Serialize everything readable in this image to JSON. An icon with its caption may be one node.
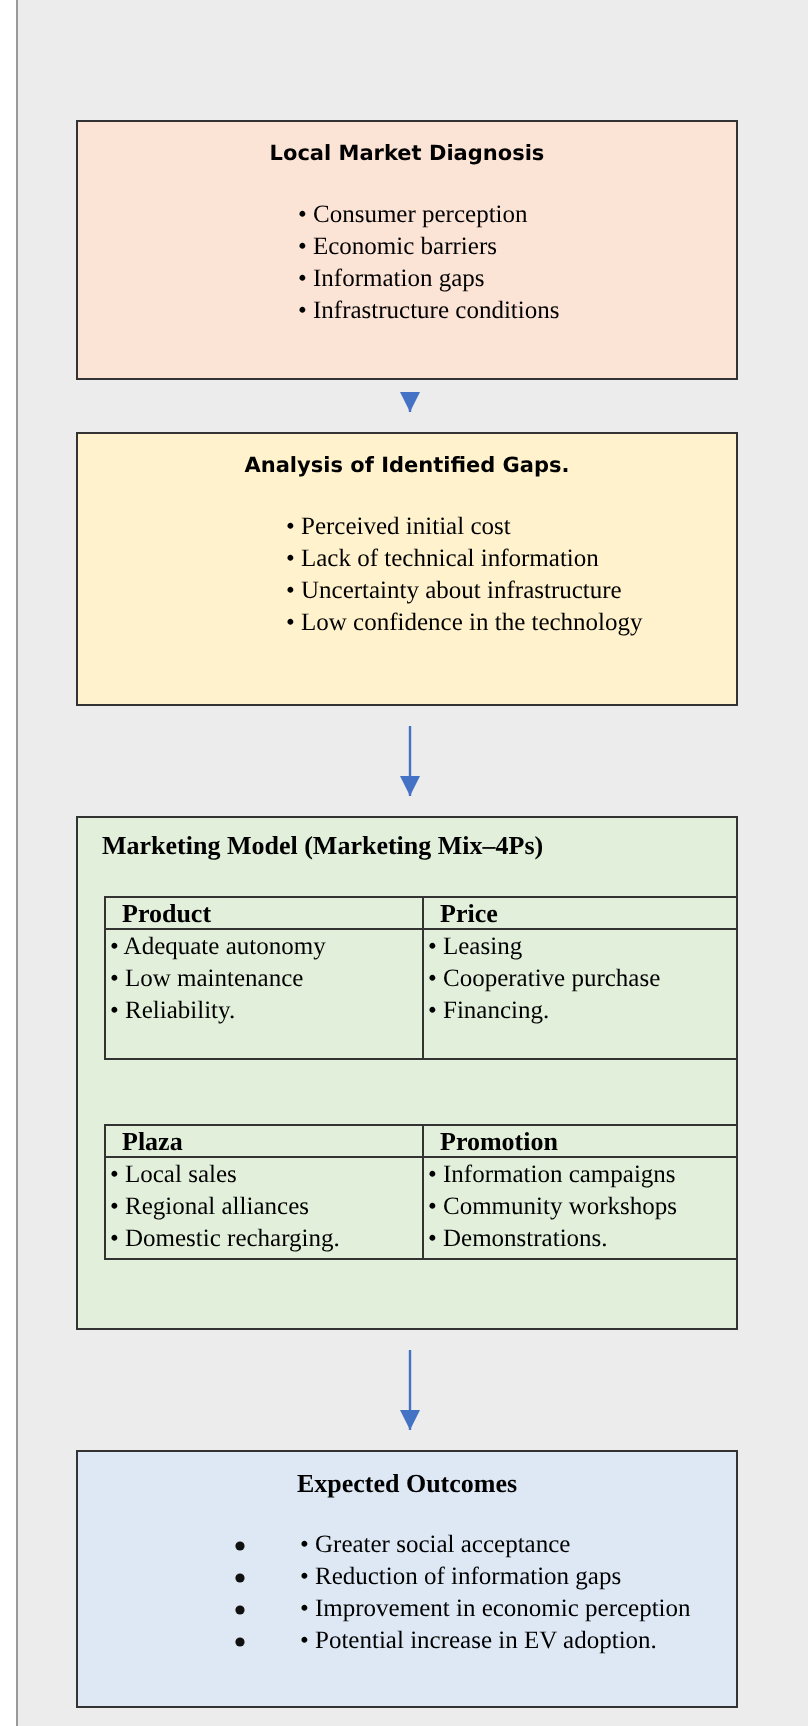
{
  "diagram": {
    "nodes": [
      {
        "text": [
          "Local Market Diagnosis",
          "• Consumer perception",
          "• Economic barriers",
          "• Information gaps",
          "• Infrastructure conditions"
        ]
      },
      {
        "text": [
          "Analysis of Identified Gaps.",
          "• Perceived initial cost",
          "• Lack of technical information",
          "• Uncertainty about infrastructure",
          "• Low confidence in the technology"
        ]
      },
      {
        "text": [
          "Marketing Model (Marketing Mix–4Ps)"
        ]
      },
      {
        "text": [
          "Product",
          "• Adequate autonomy",
          "• Low maintenance",
          "• Reliability."
        ],
        "in": 2
      },
      {
        "text": [
          "Price",
          "• Leasing",
          "• Cooperative purchase",
          "• Financing."
        ],
        "in": 2
      },
      {
        "text": [
          "Plaza",
          "• Local sales",
          "• Regional alliances",
          "• Domestic recharging."
        ],
        "in": 2
      },
      {
        "text": [
          "Promotion",
          "• Information campaigns",
          "• Community workshops",
          "• Demonstrations."
        ],
        "in": 2
      },
      {
        "text": [
          "Expected Outcomes",
          "• Greater social acceptance",
          "• Reduction of information gaps",
          "• Improvement in economic perception",
          "• Potential increase in EV adoption."
        ]
      }
    ],
    "edges": [
      {
        "from": 0,
        "to": 1,
        "arrow": "to"
      },
      {
        "from": 1,
        "to": 2,
        "arrow": "to"
      },
      {
        "from": 2,
        "to": 7,
        "arrow": "to"
      }
    ]
  }
}
